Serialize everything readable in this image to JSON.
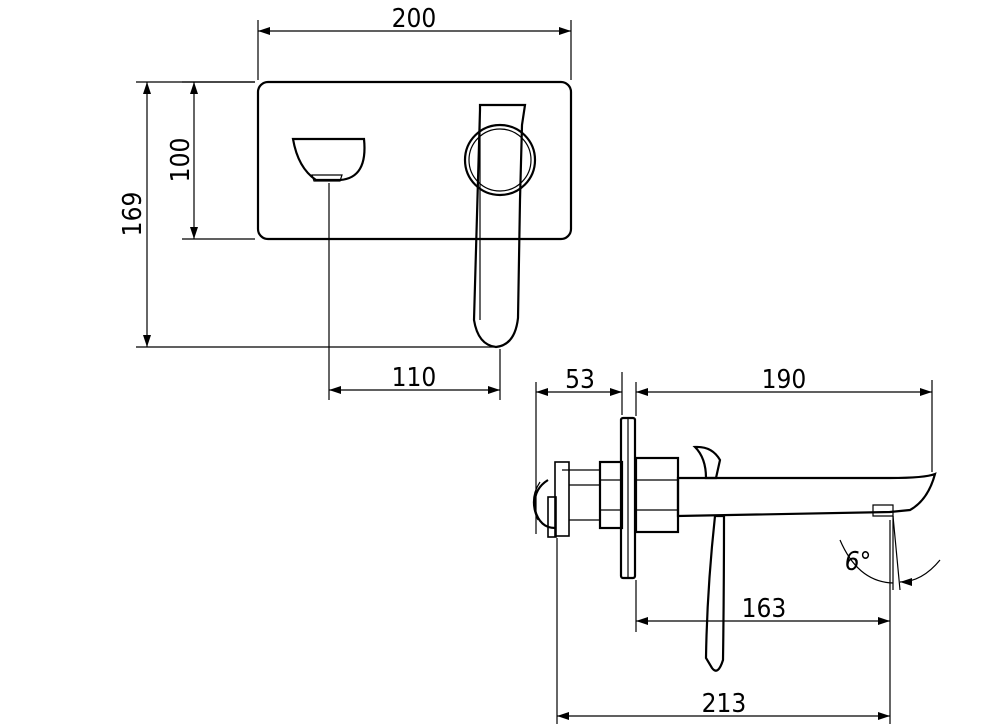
{
  "dimensions": {
    "front_width": "200",
    "front_plate_height": "100",
    "front_total_height": "169",
    "front_spout_offset": "110",
    "side_depth": "53",
    "side_spout_length": "190",
    "side_spout_reach": "163",
    "side_total_length": "213",
    "spout_angle": "6°"
  },
  "colors": {
    "line": "#000000",
    "background": "#ffffff"
  }
}
